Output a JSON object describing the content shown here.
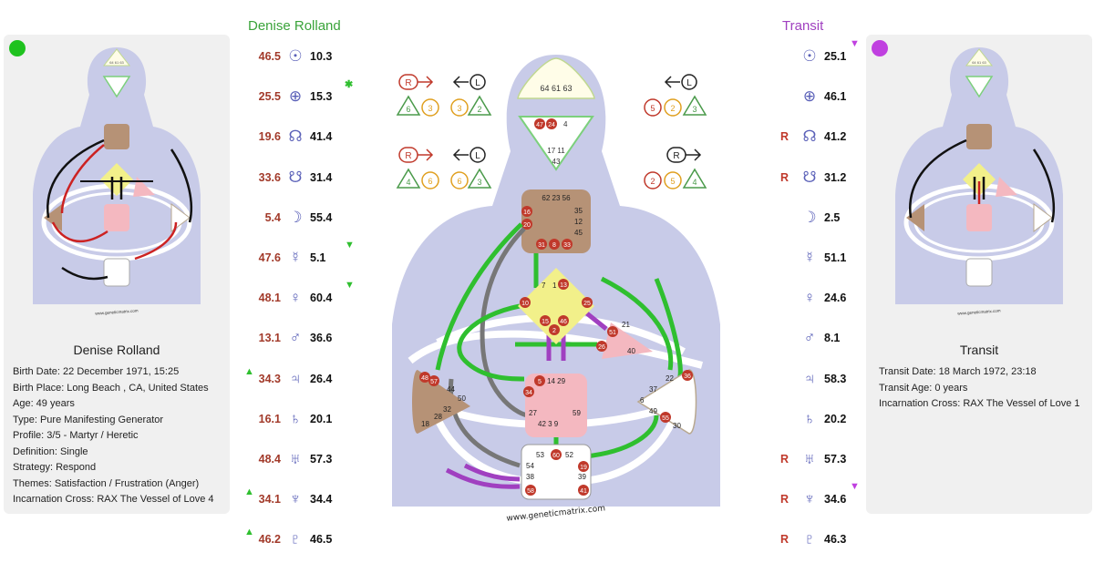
{
  "left_panel": {
    "name": "Denise Rolland",
    "dot_color": "#1fc21f",
    "watermark": "www.geneticmatrix.com",
    "details": [
      "Birth Date: 22 December 1971, 15:25",
      "Birth Place: Long Beach , CA, United States",
      "Age: 49 years",
      "Type: Pure Manifesting Generator",
      "Profile: 3/5 - Martyr / Heretic",
      "Definition: Single",
      "Strategy: Respond",
      "Themes: Satisfaction / Frustration (Anger)",
      "Incarnation Cross: RAX The Vessel of Love 4"
    ]
  },
  "right_panel": {
    "name": "Transit",
    "dot_color": "#c040e0",
    "watermark": "www.geneticmatrix.com",
    "details": [
      "Transit Date: 18 March 1972, 23:18",
      "Transit Age: 0 years",
      "Incarnation Cross: RAX The Vessel of Love 1"
    ]
  },
  "design_column": {
    "title": "Denise Rolland",
    "title_color": "#3aa33a",
    "rows": [
      {
        "left": "46.5",
        "planet": "sun-icon",
        "glyph": "☉",
        "right": "10.3",
        "marker": "",
        "pre": ""
      },
      {
        "left": "25.5",
        "planet": "earth-icon",
        "glyph": "⊕",
        "right": "15.3",
        "marker": "✱",
        "pre": ""
      },
      {
        "left": "19.6",
        "planet": "north-node-icon",
        "glyph": "☊",
        "right": "41.4",
        "marker": "",
        "pre": ""
      },
      {
        "left": "33.6",
        "planet": "south-node-icon",
        "glyph": "☋",
        "right": "31.4",
        "marker": "",
        "pre": ""
      },
      {
        "left": "5.4",
        "planet": "moon-icon",
        "glyph": "☽",
        "right": "55.4",
        "marker": "",
        "pre": ""
      },
      {
        "left": "47.6",
        "planet": "mercury-icon",
        "glyph": "☿",
        "right": "5.1",
        "marker": "▼",
        "pre": ""
      },
      {
        "left": "48.1",
        "planet": "venus-icon",
        "glyph": "♀",
        "right": "60.4",
        "marker": "▼",
        "pre": ""
      },
      {
        "left": "13.1",
        "planet": "mars-icon",
        "glyph": "♂",
        "right": "36.6",
        "marker": "",
        "pre": ""
      },
      {
        "left": "34.3",
        "planet": "jupiter-icon",
        "glyph": "♃",
        "right": "26.4",
        "marker": "",
        "pre": "▲"
      },
      {
        "left": "16.1",
        "planet": "saturn-icon",
        "glyph": "♄",
        "right": "20.1",
        "marker": "",
        "pre": ""
      },
      {
        "left": "48.4",
        "planet": "uranus-icon",
        "glyph": "♅",
        "right": "57.3",
        "marker": "",
        "pre": ""
      },
      {
        "left": "34.1",
        "planet": "neptune-icon",
        "glyph": "♆",
        "right": "34.4",
        "marker": "",
        "pre": "▲"
      },
      {
        "left": "46.2",
        "planet": "pluto-icon",
        "glyph": "♇",
        "right": "46.5",
        "marker": "",
        "pre": "▲"
      }
    ]
  },
  "transit_column": {
    "title": "Transit",
    "title_color": "#a040c0",
    "rows": [
      {
        "r": "",
        "glyph": "☉",
        "planet": "sun-icon",
        "value": "25.1",
        "marker": "▼"
      },
      {
        "r": "",
        "glyph": "⊕",
        "planet": "earth-icon",
        "value": "46.1",
        "marker": ""
      },
      {
        "r": "R",
        "glyph": "☊",
        "planet": "north-node-icon",
        "value": "41.2",
        "marker": ""
      },
      {
        "r": "R",
        "glyph": "☋",
        "planet": "south-node-icon",
        "value": "31.2",
        "marker": ""
      },
      {
        "r": "",
        "glyph": "☽",
        "planet": "moon-icon",
        "value": "2.5",
        "marker": ""
      },
      {
        "r": "",
        "glyph": "☿",
        "planet": "mercury-icon",
        "value": "51.1",
        "marker": ""
      },
      {
        "r": "",
        "glyph": "♀",
        "planet": "venus-icon",
        "value": "24.6",
        "marker": ""
      },
      {
        "r": "",
        "glyph": "♂",
        "planet": "mars-icon",
        "value": "8.1",
        "marker": ""
      },
      {
        "r": "",
        "glyph": "♃",
        "planet": "jupiter-icon",
        "value": "58.3",
        "marker": ""
      },
      {
        "r": "",
        "glyph": "♄",
        "planet": "saturn-icon",
        "value": "20.2",
        "marker": ""
      },
      {
        "r": "R",
        "glyph": "♅",
        "planet": "uranus-icon",
        "value": "57.3",
        "marker": ""
      },
      {
        "r": "R",
        "glyph": "♆",
        "planet": "neptune-icon",
        "value": "34.6",
        "marker": "▼"
      },
      {
        "r": "R",
        "glyph": "♇",
        "planet": "pluto-icon",
        "value": "46.3",
        "marker": ""
      }
    ]
  },
  "variables": {
    "left_top": {
      "arrow": "R",
      "circle": "L",
      "tri1": "6",
      "circ": "3",
      "circ2": "3",
      "tri2": "2"
    },
    "left_bottom": {
      "arrow": "R",
      "circle": "L",
      "tri1": "4",
      "circ": "6",
      "circ2": "6",
      "tri2": "3"
    },
    "right_top": {
      "circle": "L",
      "c1": "5",
      "c2": "2",
      "tri": "3"
    },
    "right_bottom": {
      "arrow": "R",
      "c1": "2",
      "c2": "5",
      "tri": "4"
    }
  },
  "bodygraph": {
    "watermark": "www.geneticmatrix.com",
    "head_gates": "64 61 63",
    "ajna_gates": [
      "47",
      "24",
      "4"
    ],
    "ajna_lower": "17  11",
    "ajna_43": "43",
    "throat_gates": "62 23 56",
    "throat_side": [
      "16",
      "20",
      "35",
      "12",
      "45"
    ],
    "throat_bottom": [
      "31",
      "8",
      "33"
    ],
    "g_gates": [
      "1",
      "7",
      "13",
      "10",
      "25",
      "15",
      "2",
      "46"
    ],
    "ego_gates": [
      "21",
      "51",
      "26",
      "40"
    ],
    "sacral_gates": [
      "5",
      "14",
      "29",
      "34",
      "27",
      "42",
      "3",
      "9",
      "59"
    ],
    "spleen_gates": [
      "48",
      "57",
      "44",
      "50",
      "32",
      "28",
      "18"
    ],
    "solar_gates": [
      "36",
      "22",
      "37",
      "6",
      "49",
      "55",
      "30"
    ],
    "root_gates": [
      "53",
      "60",
      "52",
      "54",
      "38",
      "58",
      "19",
      "39",
      "41"
    ]
  }
}
